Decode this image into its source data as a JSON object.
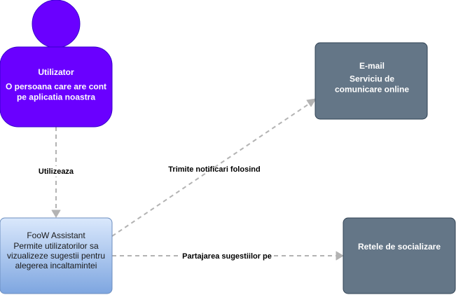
{
  "colors": {
    "person_fill": "#6a00ff",
    "person_stroke": "#3700cc",
    "system_fill": "#dae8fc",
    "system_stroke": "#6c8ebf",
    "external_fill": "#647687",
    "external_stroke": "#314354",
    "edge": "#b3b3b3"
  },
  "nodes": {
    "user": {
      "title": "Utilizator",
      "description": "O persoana care are cont pe aplicatia noastra"
    },
    "system": {
      "title": "FooW Assistant",
      "description": "Permite utilizatorilor sa vizualizeze sugestii pentru alegerea incaltamintei"
    },
    "email": {
      "title": "E-mail",
      "description": "Serviciu de comunicare online"
    },
    "social": {
      "title": "Retele de socializare",
      "description": ""
    }
  },
  "edges": {
    "uses": "Utilizeaza",
    "notify": "Trimite notificari folosind",
    "share": "Partajarea sugestiilor pe"
  }
}
